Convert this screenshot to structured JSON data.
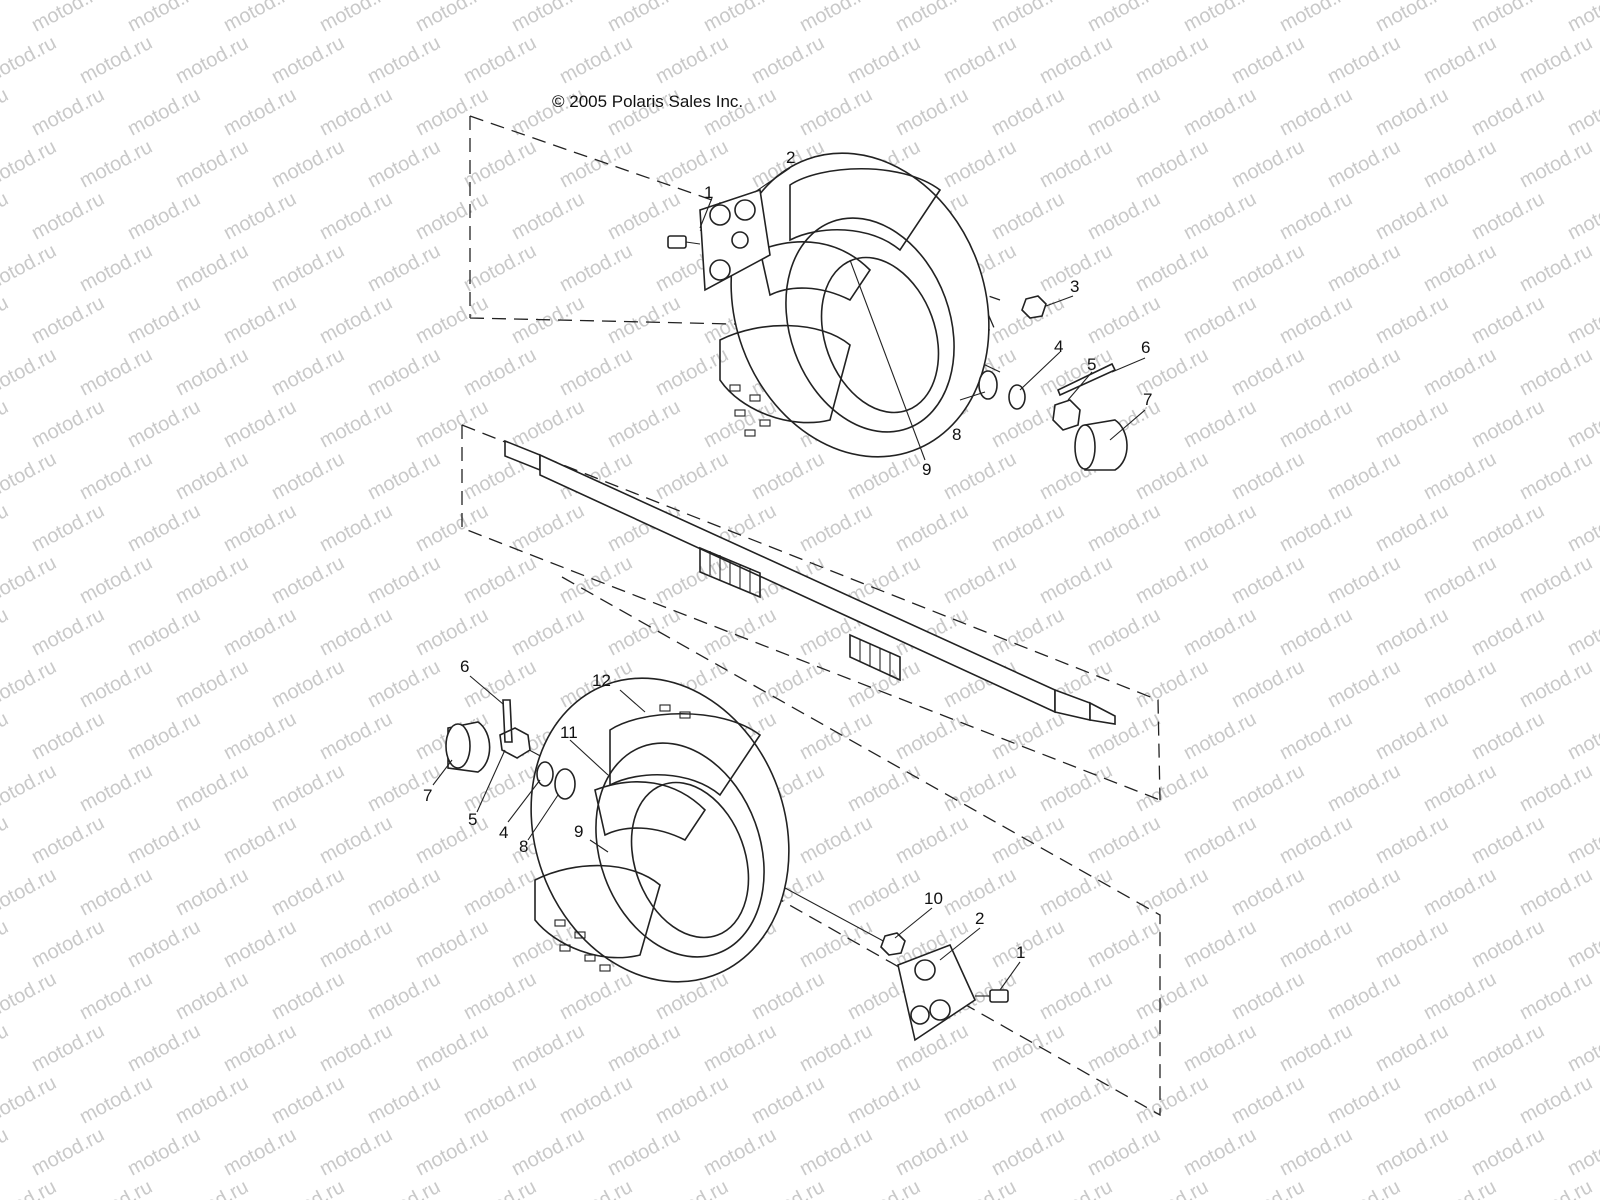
{
  "watermark": {
    "text": "motod.ru"
  },
  "copyright": "© 2005 Polaris Sales Inc.",
  "callouts": {
    "top": {
      "p1": "1",
      "p2": "2",
      "p3": "3",
      "p4": "4",
      "p5": "5",
      "p6": "6",
      "p7": "7",
      "p8": "8",
      "p9": "9"
    },
    "bottom": {
      "p1": "1",
      "p2": "2",
      "p4": "4",
      "p5": "5",
      "p6": "6",
      "p7": "7",
      "p8": "8",
      "p9": "9",
      "p10": "10",
      "p11": "11",
      "p12": "12"
    }
  }
}
